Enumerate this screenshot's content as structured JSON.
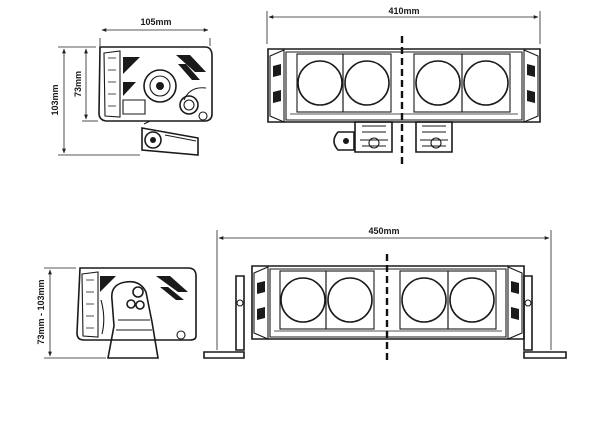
{
  "dimensions": {
    "top_side_width": "105mm",
    "top_side_height": "103mm",
    "top_side_inner_height": "73mm",
    "top_front_width": "410mm",
    "bottom_front_width": "450mm",
    "bottom_side_height": "73mm - 103mm"
  },
  "colors": {
    "ink": "#1a1a1a",
    "background": "#ffffff"
  }
}
